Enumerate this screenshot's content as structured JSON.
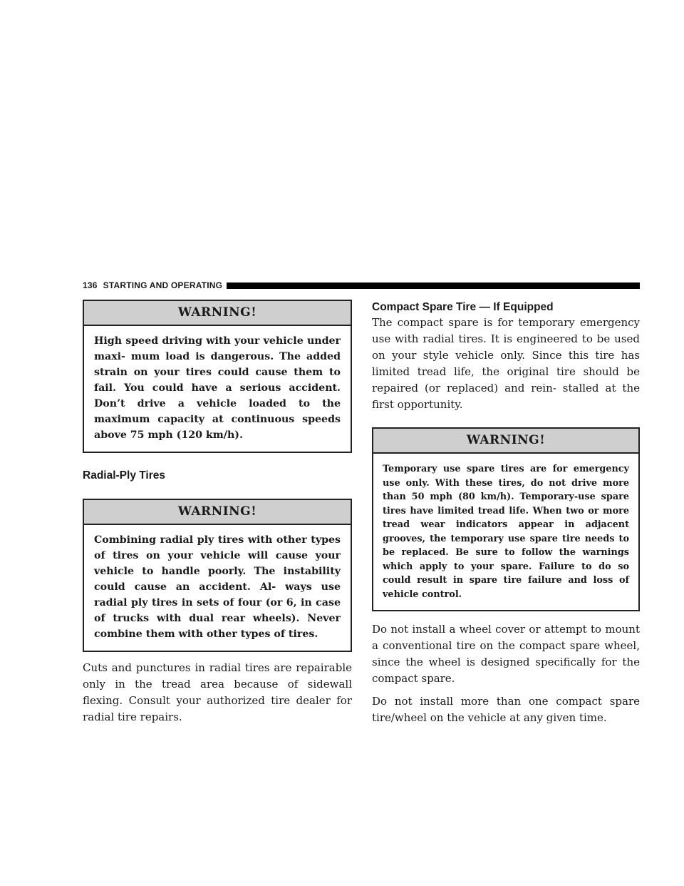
{
  "header": {
    "page_number": "136",
    "section_title": "STARTING AND OPERATING"
  },
  "left": {
    "warning1": {
      "title": "WARNING!",
      "text": "High speed driving with your vehicle under maxi- mum load is dangerous. The added strain on your tires could cause them to fail. You could have a serious accident. Don’t drive a vehicle loaded to the maximum capacity at continuous speeds above 75 mph (120 km/h)."
    },
    "heading_radial": "Radial-Ply Tires",
    "warning2": {
      "title": "WARNING!",
      "text": "Combining radial ply tires with other types of tires on your vehicle will cause your vehicle to handle poorly. The instability could cause an accident. Al- ways use radial ply tires in sets of four (or 6, in case of trucks with dual rear wheels). Never combine them with other types of tires."
    },
    "para_cuts": "Cuts and punctures in radial tires are repairable only in the tread area because of sidewall flexing. Consult your authorized tire dealer for radial tire repairs."
  },
  "right": {
    "heading_compact": "Compact Spare Tire — If Equipped",
    "para_intro": "The compact spare is for temporary emergency use with radial tires. It is engineered to be used on your style vehicle only. Since this tire has limited tread life, the original tire should be repaired (or replaced) and rein- stalled at the first opportunity.",
    "warning3": {
      "title": "WARNING!",
      "text": "Temporary use spare tires are for emergency use only. With these tires, do not drive more than 50 mph (80 km/h). Temporary-use spare tires have limited tread life. When two or more tread wear indicators appear in adjacent grooves, the temporary use spare tire needs to be replaced. Be sure to follow the warnings which apply to your spare. Failure to do so could result in spare tire failure and loss of vehicle control."
    },
    "para_cover": "Do not install a wheel cover or attempt to mount a conventional tire on the compact spare wheel, since the wheel is designed specifically for the compact spare.",
    "para_one": "Do not install more than one compact spare tire/wheel on the vehicle at any given time."
  }
}
